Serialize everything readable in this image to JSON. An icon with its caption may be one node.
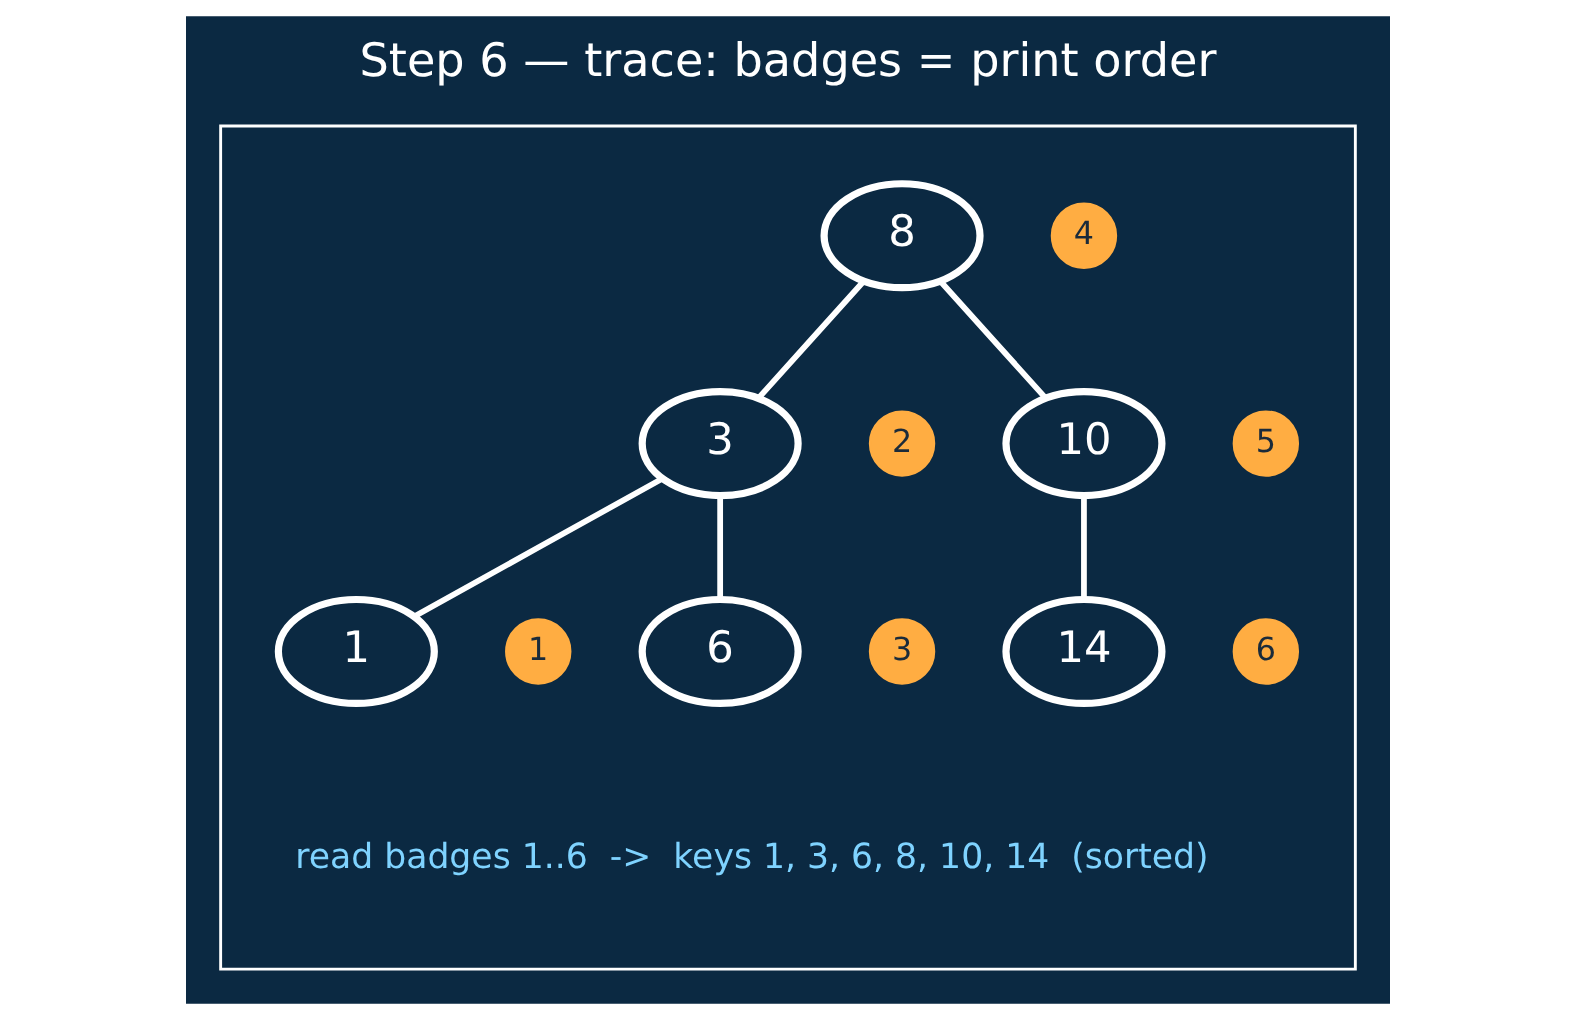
{
  "diagram": {
    "title": "Step 6 — trace: badges = print order",
    "nodes": [
      {
        "text": [],
        "shape": "box"
      },
      {
        "text": [
          "8"
        ],
        "in": 0
      },
      {
        "text": [
          "4"
        ],
        "in": 0
      },
      {
        "text": [
          "3"
        ],
        "in": 0
      },
      {
        "text": [
          "2"
        ],
        "in": 0
      },
      {
        "text": [
          "10"
        ],
        "in": 0
      },
      {
        "text": [
          "5"
        ],
        "in": 0
      },
      {
        "text": [
          "1"
        ],
        "in": 0
      },
      {
        "text": [
          "1"
        ],
        "in": 0
      },
      {
        "text": [
          "6"
        ],
        "in": 0
      },
      {
        "text": [
          "3"
        ],
        "in": 0
      },
      {
        "text": [
          "14"
        ],
        "in": 0
      },
      {
        "text": [
          "6"
        ],
        "in": 0
      }
    ],
    "edges": [
      {
        "from": 1,
        "to": 3,
        "arrow": "none"
      },
      {
        "from": 1,
        "to": 5,
        "arrow": "none"
      },
      {
        "from": 3,
        "to": 7,
        "arrow": "none"
      },
      {
        "from": 3,
        "to": 9,
        "arrow": "none"
      },
      {
        "from": 5,
        "to": 11,
        "arrow": "none"
      }
    ],
    "labels": [
      "read badges 1..6  ->  keys 1, 3, 6, 8, 10, 14  (sorted)"
    ]
  }
}
